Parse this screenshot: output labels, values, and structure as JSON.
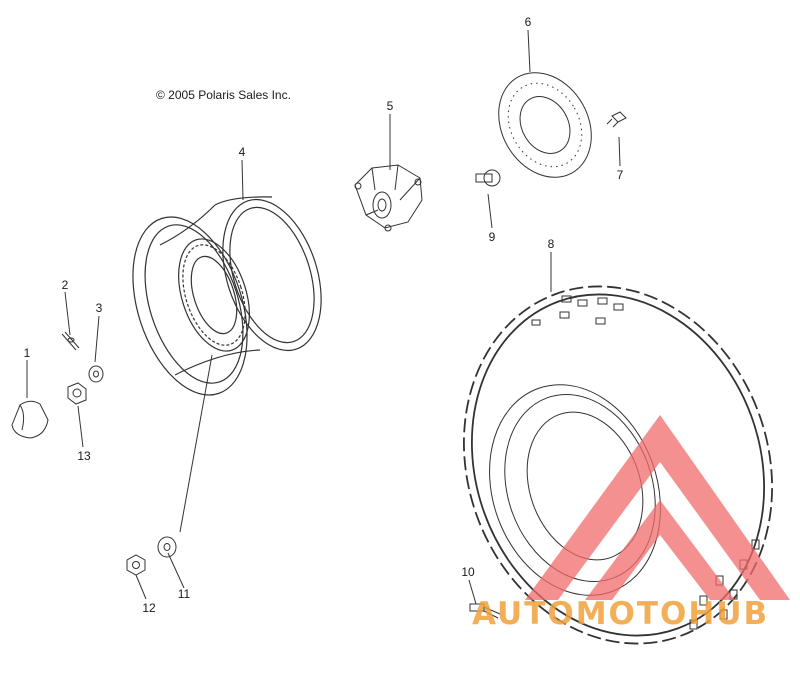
{
  "copyright": "© 2005 Polaris Sales Inc.",
  "callouts": [
    {
      "id": "1",
      "label": "1"
    },
    {
      "id": "2",
      "label": "2"
    },
    {
      "id": "3",
      "label": "3"
    },
    {
      "id": "4",
      "label": "4"
    },
    {
      "id": "5",
      "label": "5"
    },
    {
      "id": "6",
      "label": "6"
    },
    {
      "id": "7",
      "label": "7"
    },
    {
      "id": "8",
      "label": "8"
    },
    {
      "id": "9",
      "label": "9"
    },
    {
      "id": "10",
      "label": "10"
    },
    {
      "id": "11",
      "label": "11"
    },
    {
      "id": "12",
      "label": "12"
    },
    {
      "id": "13",
      "label": "13"
    }
  ],
  "watermark": {
    "text": "AUTOMOTOHUB",
    "colors": {
      "logo": "#f26b6b",
      "text_orange": "#f2a23a",
      "text_gray": "#b5b5b5"
    }
  },
  "colors": {
    "line": "#333333",
    "background": "#ffffff"
  }
}
